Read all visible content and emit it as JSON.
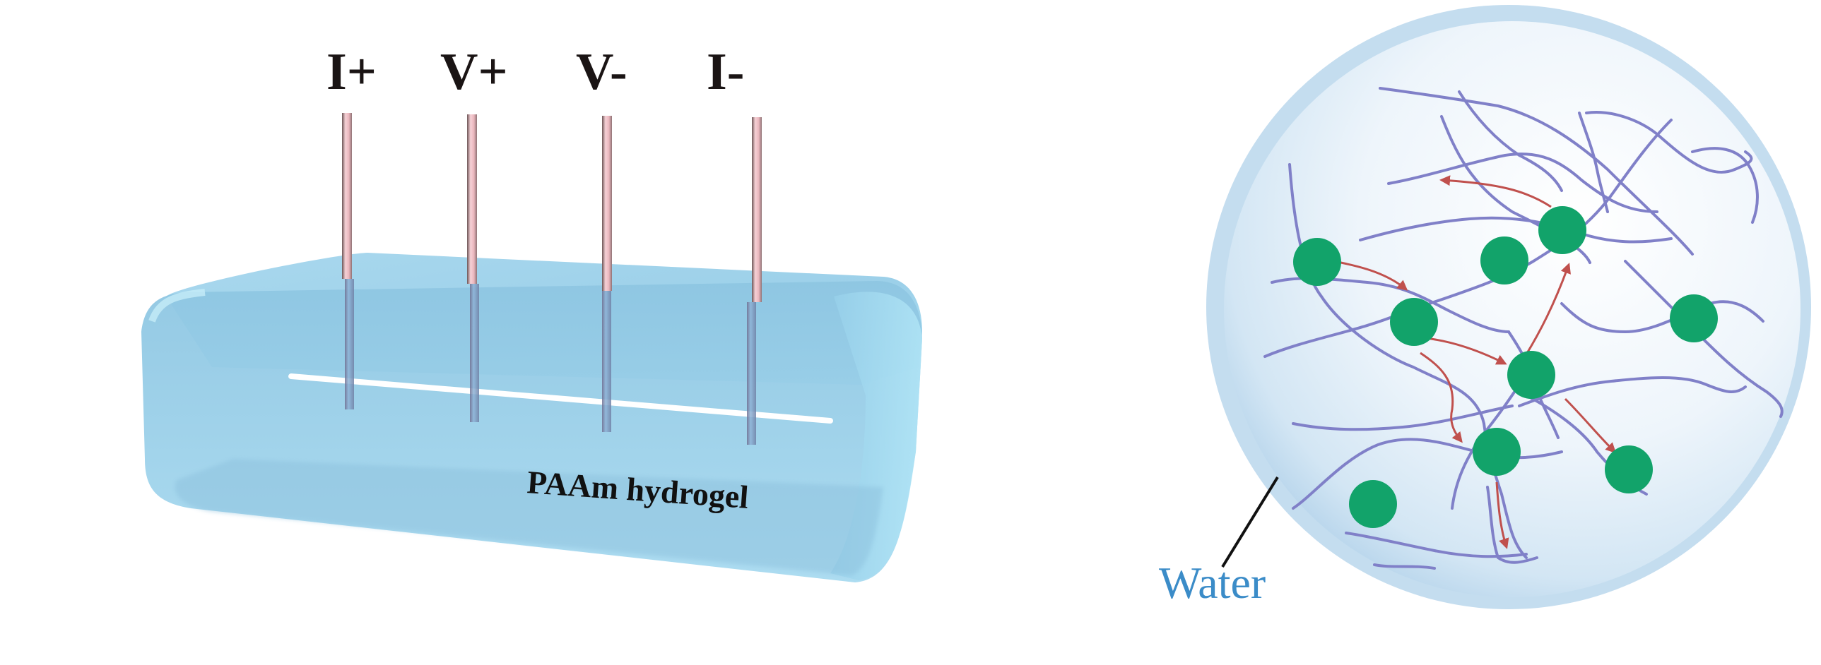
{
  "figure": {
    "probe_labels": [
      "I+",
      "V+",
      "V-",
      "I-"
    ],
    "gel_label": "PAAm hydrogel",
    "water_label": "Water"
  },
  "colors": {
    "gel_body": "#9fd3ea",
    "gel_edge": "#b9e4f4",
    "probe": "#f2c7cd",
    "probe_dark": "#7d6466",
    "sphere_fill": "#e3f0f9",
    "sphere_rim": "#b8d8ee",
    "polymer_chain": "#8080c8",
    "crosslink_node": "#12a36a",
    "ion_path": "#c0504d",
    "water_text": "#3b8cc8",
    "leader_line": "#111111"
  }
}
